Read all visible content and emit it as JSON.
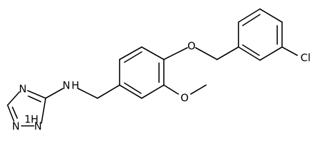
{
  "molecule": {
    "atoms": {
      "chlorine": "Cl",
      "ether_oxygen": "O",
      "methoxy_oxygen": "O",
      "amine_nitrogen": "N",
      "amine_hydrogen": "H",
      "triazole_n4": "N",
      "triazole_n2": "N",
      "triazole_n1": "N",
      "triazole_n1_hydrogen": "H",
      "triazole_h_numeral": "1"
    }
  }
}
